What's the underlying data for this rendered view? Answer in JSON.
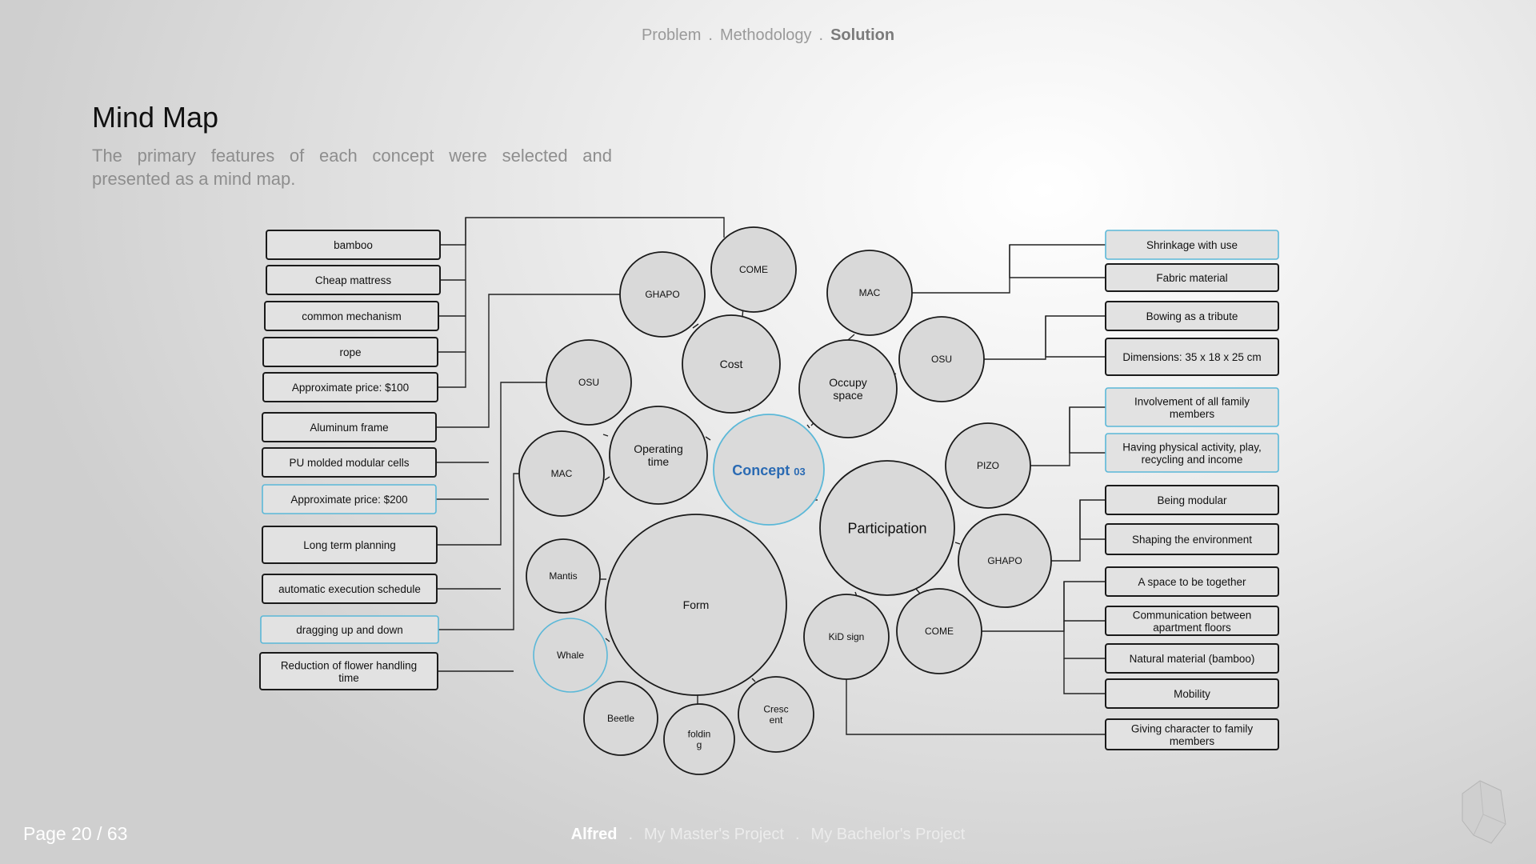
{
  "nav": {
    "items": [
      "Problem",
      "Methodology",
      "Solution"
    ],
    "separator": "."
  },
  "header": {
    "title": "Mind Map",
    "subtitle": "The primary features of each concept were selected and presented as a mind map."
  },
  "diagram": {
    "center": {
      "label": "Concept",
      "suffix": "03"
    },
    "circles": [
      {
        "id": "cost",
        "label": "Cost"
      },
      {
        "id": "come-top",
        "label": "COME"
      },
      {
        "id": "ghapo-left",
        "label": "GHAPO"
      },
      {
        "id": "operating-time",
        "label": "Operating time"
      },
      {
        "id": "osu-left",
        "label": "OSU"
      },
      {
        "id": "mac-left",
        "label": "MAC"
      },
      {
        "id": "form",
        "label": "Form"
      },
      {
        "id": "mantis",
        "label": "Mantis"
      },
      {
        "id": "whale",
        "label": "Whale"
      },
      {
        "id": "beetle",
        "label": "Beetle"
      },
      {
        "id": "folding",
        "label": "folding"
      },
      {
        "id": "crescent",
        "label": "Crescent"
      },
      {
        "id": "occupy-space",
        "label": "Occupy space"
      },
      {
        "id": "mac-right",
        "label": "MAC"
      },
      {
        "id": "osu-right",
        "label": "OSU"
      },
      {
        "id": "participation",
        "label": "Participation"
      },
      {
        "id": "pizo",
        "label": "PIZO"
      },
      {
        "id": "ghapo-right",
        "label": "GHAPO"
      },
      {
        "id": "come-right",
        "label": "COME"
      },
      {
        "id": "kid-sign",
        "label": "KiD sign"
      }
    ],
    "boxes": [
      {
        "id": "bamboo",
        "label": "bamboo"
      },
      {
        "id": "cheap-mattress",
        "label": "Cheap mattress"
      },
      {
        "id": "common-mechanism",
        "label": "common mechanism"
      },
      {
        "id": "rope",
        "label": "rope"
      },
      {
        "id": "price-100",
        "label": "Approximate price: $100"
      },
      {
        "id": "aluminum-frame",
        "label": "Aluminum frame"
      },
      {
        "id": "pu-cells",
        "label": "PU molded modular cells"
      },
      {
        "id": "price-200",
        "label": "Approximate price: $200"
      },
      {
        "id": "long-term",
        "label": "Long term planning"
      },
      {
        "id": "auto-schedule",
        "label": "automatic execution schedule"
      },
      {
        "id": "dragging",
        "label": "dragging up and down"
      },
      {
        "id": "flower-time",
        "label": "Reduction of flower handling time"
      },
      {
        "id": "shrinkage",
        "label": "Shrinkage with use"
      },
      {
        "id": "fabric",
        "label": "Fabric material"
      },
      {
        "id": "bowing",
        "label": "Bowing as a tribute"
      },
      {
        "id": "dimensions",
        "label": "Dimensions: 35 x 18 x 25 cm"
      },
      {
        "id": "involvement",
        "label": "Involvement of all family members"
      },
      {
        "id": "physical",
        "label": "Having physical activity, play, recycling and income"
      },
      {
        "id": "modular",
        "label": "Being modular"
      },
      {
        "id": "shaping",
        "label": "Shaping the environment"
      },
      {
        "id": "together",
        "label": "A space to be together"
      },
      {
        "id": "communication",
        "label": "Communication between apartment floors"
      },
      {
        "id": "natural",
        "label": "Natural material (bamboo)"
      },
      {
        "id": "mobility",
        "label": "Mobility"
      },
      {
        "id": "character",
        "label": "Giving character to family members"
      }
    ]
  },
  "footer": {
    "page": "Page 20 / 63",
    "items": [
      "Alfred",
      "My Master's Project",
      "My Bachelor's Project"
    ],
    "separator": "."
  },
  "colors": {
    "accent": "#5bb8d8",
    "concept_text": "#2a6ab3",
    "line": "#222222"
  }
}
